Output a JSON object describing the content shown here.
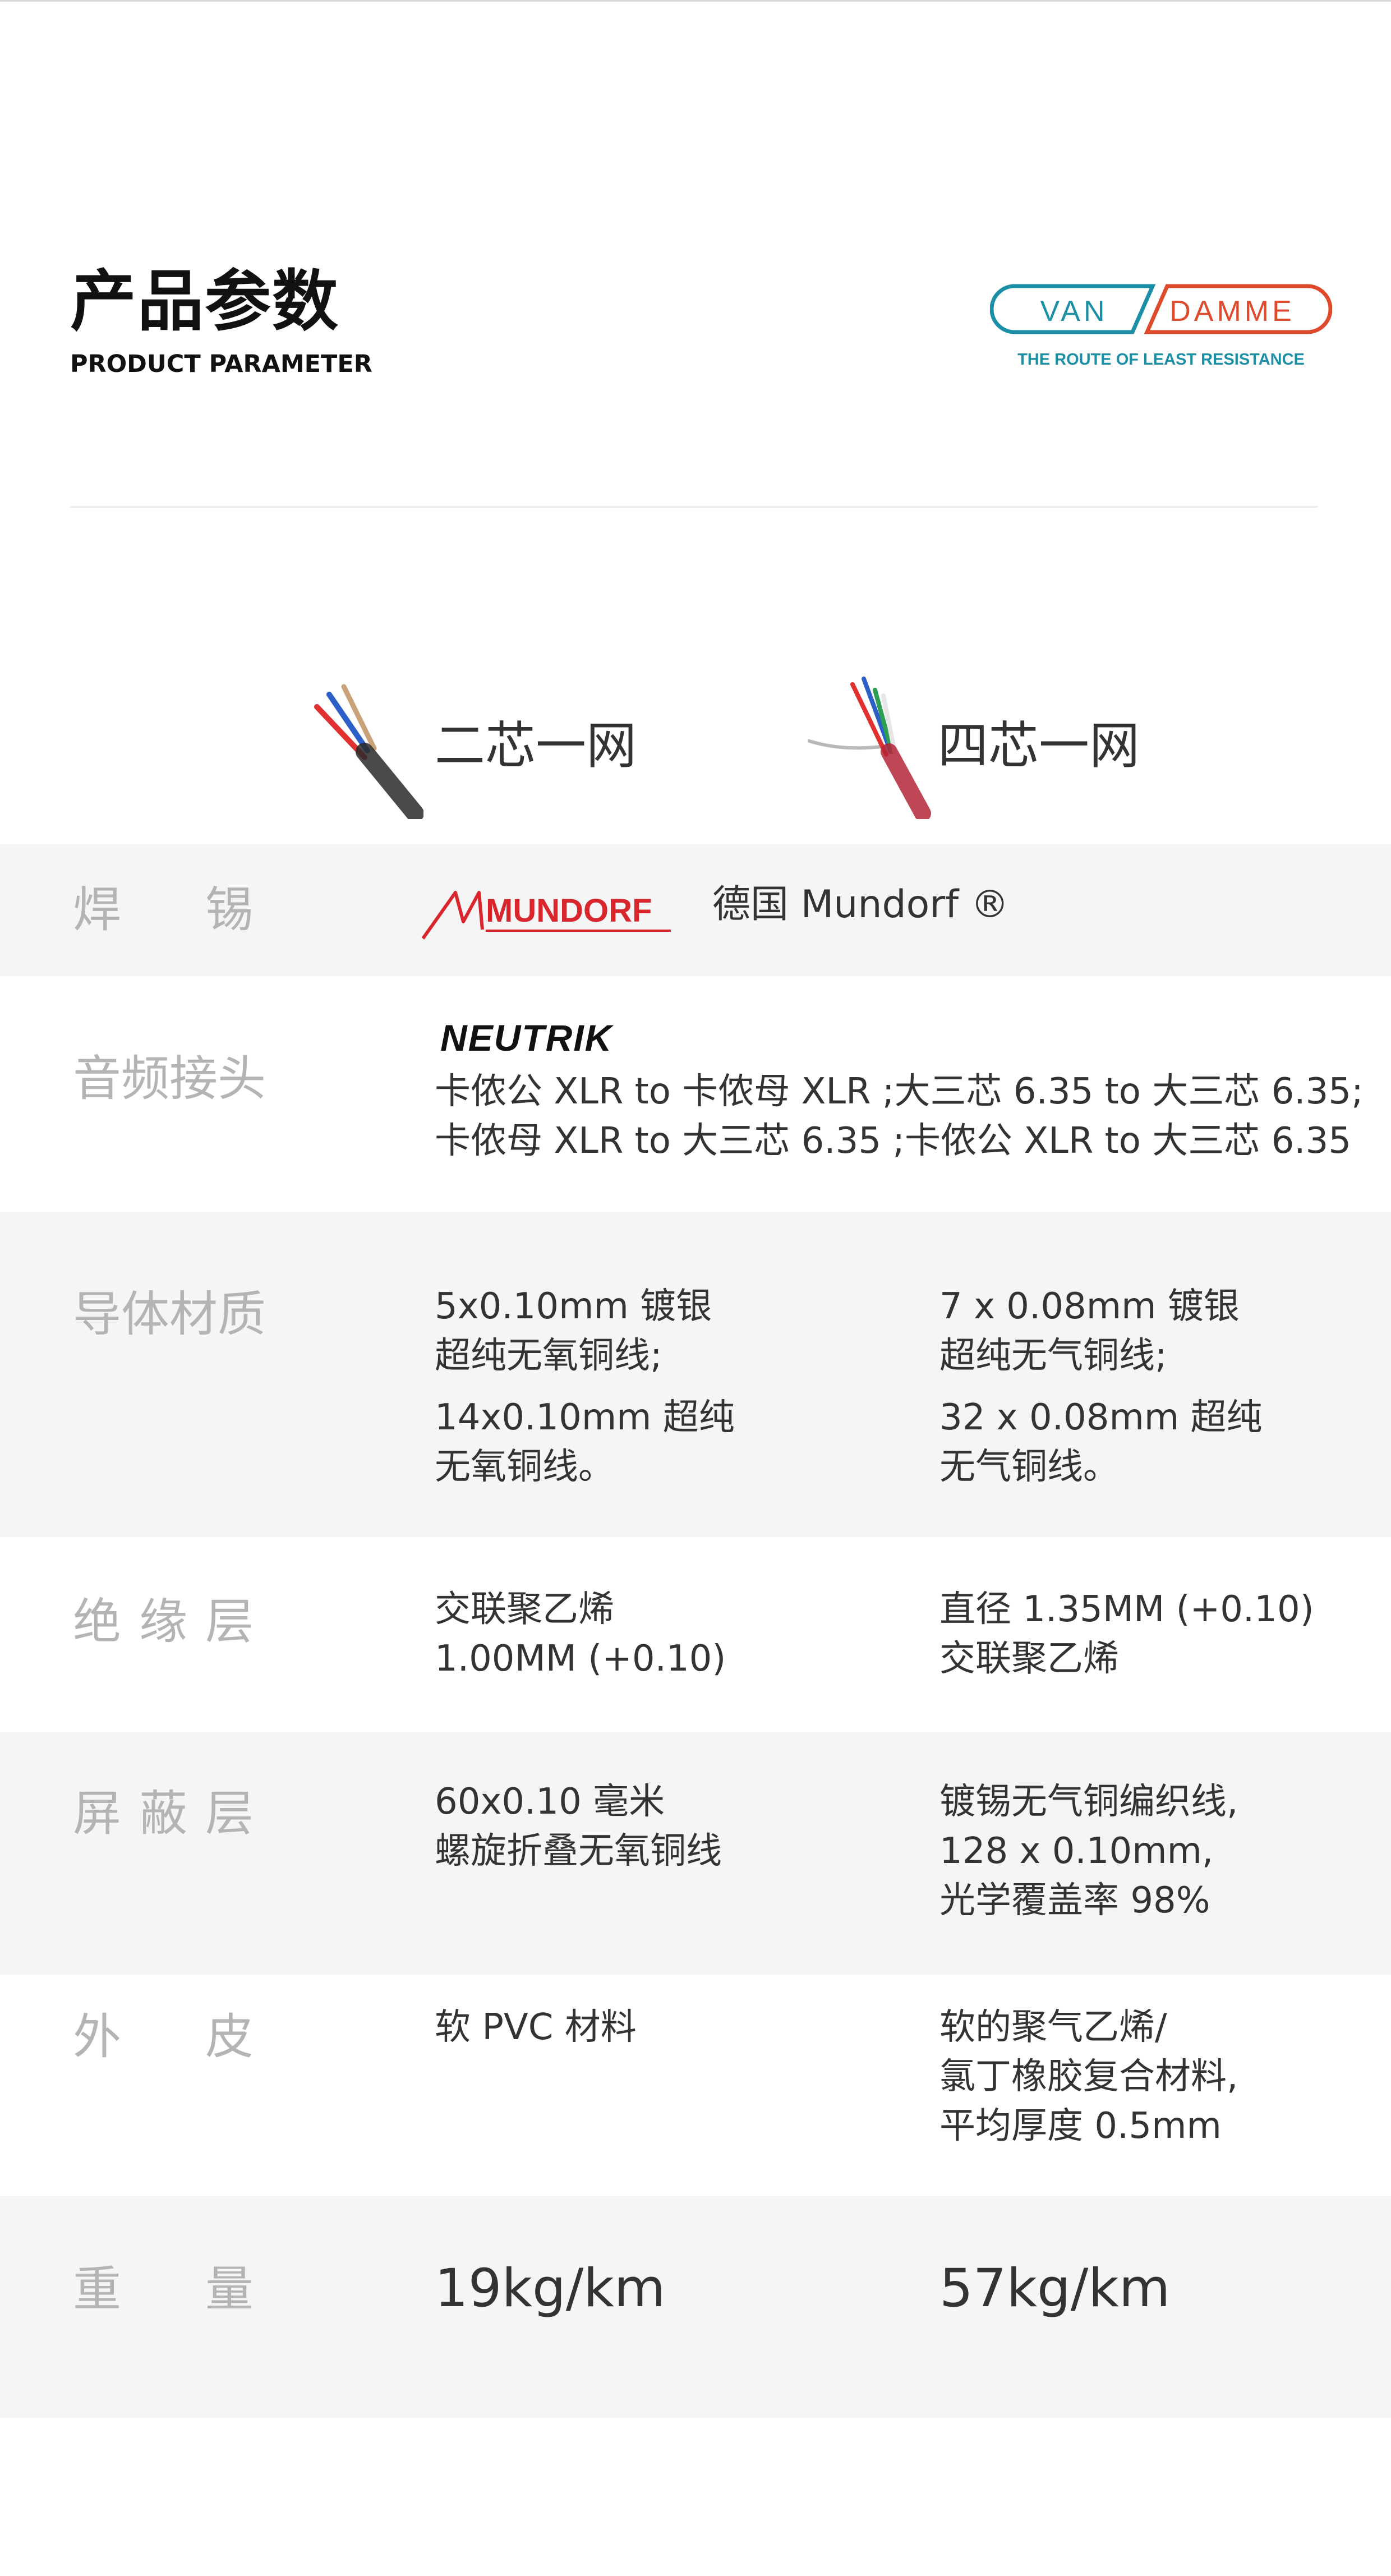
{
  "header": {
    "title_cn": "产品参数",
    "title_en": "PRODUCT PARAMETER"
  },
  "brand": {
    "logo_left": "VAN",
    "logo_right": "DAMME",
    "tagline": "THE ROUTE OF LEAST RESISTANCE",
    "color_teal": "#1b8fa6",
    "color_red": "#e04a2c"
  },
  "cables": [
    {
      "label": "二芯一网",
      "icon": "two-core-cable-icon"
    },
    {
      "label": "四芯一网",
      "icon": "four-core-cable-icon"
    }
  ],
  "solder": {
    "label_chars": [
      "焊",
      "锡"
    ],
    "logo": "MUNDORF",
    "text": "德国 Mundorf ®"
  },
  "connector": {
    "label": "音频接头",
    "logo": "NEUTRIK",
    "line1": "卡侬公 XLR to 卡侬母 XLR ;大三芯 6.35 to 大三芯 6.35;",
    "line2": "卡侬母 XLR to 大三芯 6.35 ;卡侬公 XLR to 大三芯 6.35"
  },
  "conductor": {
    "label": "导体材质",
    "col1": [
      [
        "5x0.10mm 镀银",
        "超纯无氧铜线;"
      ],
      [
        "14x0.10mm 超纯",
        "无氧铜线。"
      ]
    ],
    "col2": [
      [
        "7 x 0.08mm 镀银",
        "超纯无气铜线;"
      ],
      [
        "32 x 0.08mm 超纯",
        "无气铜线。"
      ]
    ]
  },
  "insulation": {
    "label_chars": [
      "绝",
      "缘",
      "层"
    ],
    "col1": [
      "交联聚乙烯",
      "1.00MM (+0.10)"
    ],
    "col2": [
      "直径 1.35MM (+0.10)",
      "交联聚乙烯"
    ]
  },
  "shield": {
    "label_chars": [
      "屏",
      "蔽",
      "层"
    ],
    "col1": [
      "60x0.10 毫米",
      "螺旋折叠无氧铜线"
    ],
    "col2": [
      "镀锡无气铜编织线,",
      "128 x 0.10mm,",
      "光学覆盖率 98%"
    ]
  },
  "jacket": {
    "label_chars": [
      "外",
      "皮"
    ],
    "col1": [
      "软 PVC 材料"
    ],
    "col2": [
      "软的聚气乙烯/",
      "氯丁橡胶复合材料,",
      "平均厚度 0.5mm"
    ]
  },
  "weight": {
    "label_chars": [
      "重",
      "量"
    ],
    "col1": "19kg/km",
    "col2": "57kg/km"
  }
}
